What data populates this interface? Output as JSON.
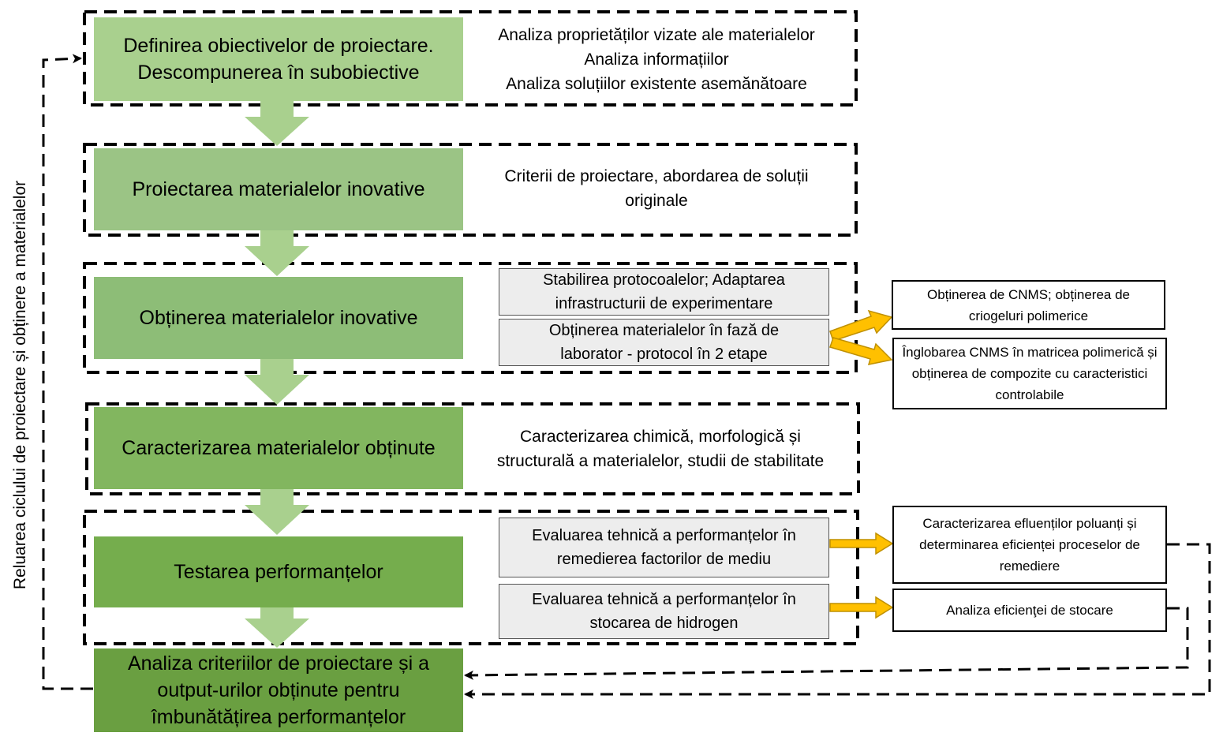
{
  "colors": {
    "stage_1": "#a9d08e",
    "stage_2": "#9bc485",
    "stage_3": "#8dbd77",
    "stage_4": "#82b65f",
    "stage_5": "#75ad4d",
    "stage_6": "#6a9f41",
    "down_arrow": "#a9d08e",
    "yellow_arrow": "#ffc000",
    "yellow_arrow_outline": "#bf9000"
  },
  "stages": [
    {
      "label": "Definirea obiectivelor de proiectare. Descompunerea în subobiective",
      "note": [
        "Analiza proprietăților vizate ale materialelor",
        "Analiza informațiilor",
        "Analiza soluțiilor existente asemănătoare"
      ]
    },
    {
      "label": "Proiectarea materialelor inovative",
      "note": [
        "Criterii de proiectare, abordarea de soluții",
        "originale"
      ]
    },
    {
      "label": "Obținerea materialelor inovative",
      "steps": [
        "Stabilirea protocoalelor; Adaptarea infrastructurii de experimentare",
        "Obținerea materialelor în fază de laborator - protocol în 2 etape"
      ],
      "outputs": [
        "Obținerea de CNMS; obținerea de criogeluri polimerice",
        "Înglobarea CNMS în matricea polimerică și obținerea de compozite cu caracteristici controlabile"
      ]
    },
    {
      "label": "Caracterizarea materialelor obținute",
      "note": [
        "Caracterizarea chimică, morfologică și",
        "structurală a materialelor, studii de stabilitate"
      ]
    },
    {
      "label": "Testarea performanțelor",
      "steps": [
        "Evaluarea tehnică a performanțelor în remedierea factorilor de mediu",
        "Evaluarea tehnică a performanțelor în stocarea de hidrogen"
      ],
      "outputs": [
        "Caracterizarea efluenților poluanți și determinarea eficienței proceselor de remediere",
        "Analiza eficienţei de stocare"
      ]
    },
    {
      "label": "Analiza criteriilor de proiectare și a output-urilor obținute pentru îmbunătățirea performanțelor"
    }
  ],
  "loop_label": "Reluarea ciclului de proiectare și obținere a materialelor"
}
